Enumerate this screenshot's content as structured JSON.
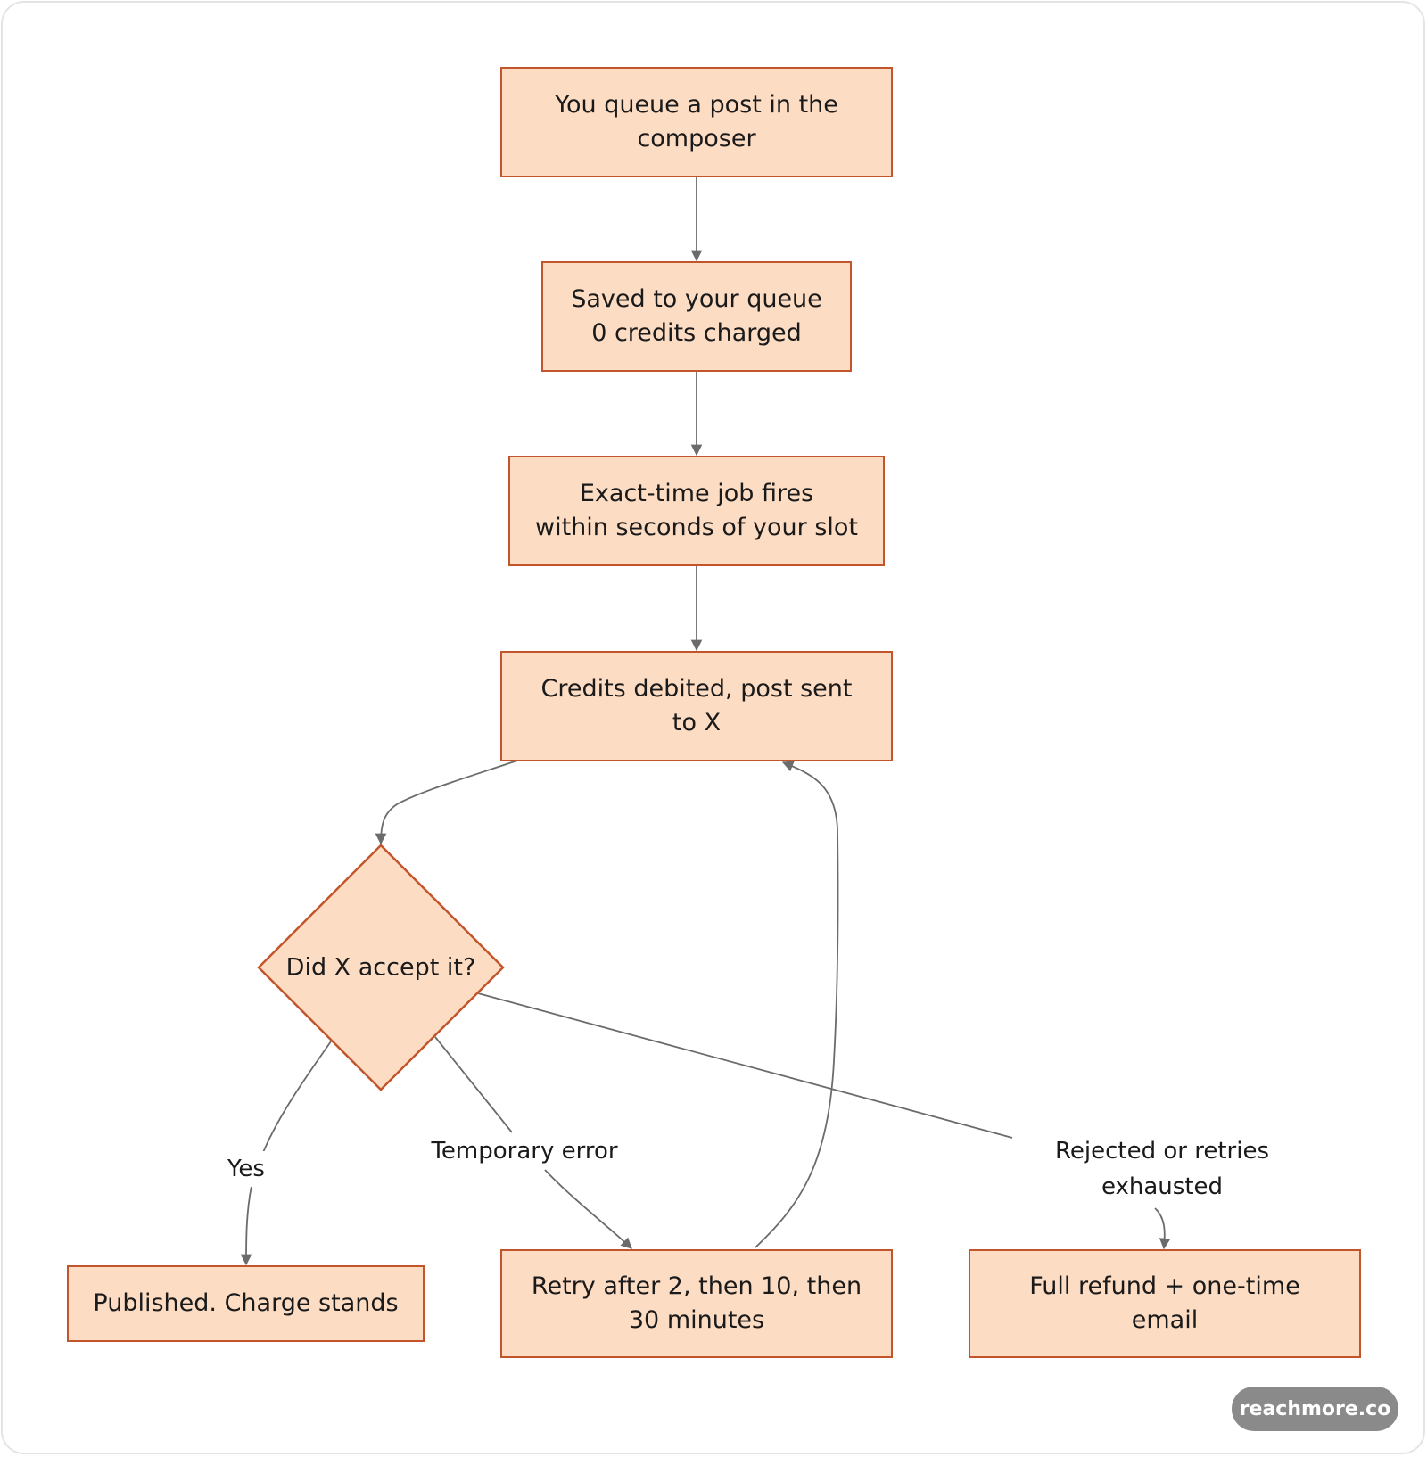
{
  "nodes": {
    "queue_post": "You queue a post in the\ncomposer",
    "saved_queue": "Saved to your queue\n0 credits charged",
    "job_fires": "Exact-time job fires\nwithin seconds of your slot",
    "credits_debited": "Credits debited, post sent\nto X",
    "decision": "Did X accept it?",
    "published": "Published. Charge stands",
    "retry": "Retry after 2, then 10, then\n30 minutes",
    "refund": "Full refund + one-time\nemail"
  },
  "edges": {
    "yes": "Yes",
    "temporary_error": "Temporary error",
    "rejected": "Rejected or retries\nexhausted"
  },
  "watermark": "reachmore.co",
  "colors": {
    "node_fill": "#fddcc4",
    "node_stroke": "#c2552b",
    "edge": "#6b6b6b"
  }
}
